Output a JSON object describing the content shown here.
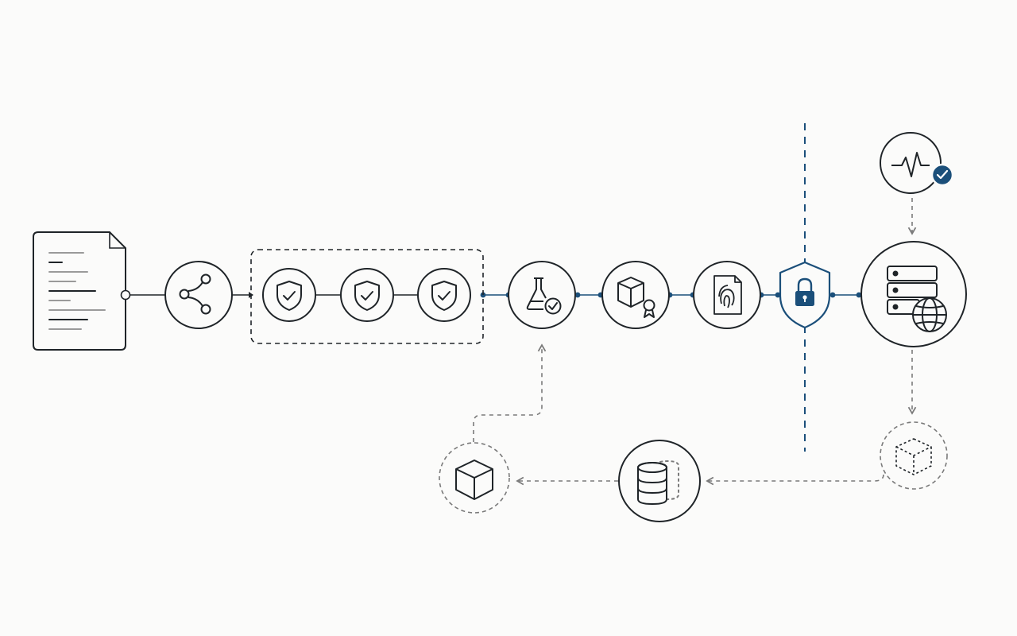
{
  "colors": {
    "background": "#fbfbfa",
    "ink": "#1f2428",
    "accent": "#1b4f7a",
    "dashed_gray": "#7a7a7a",
    "doc_line_gray": "#9a9a9a"
  },
  "diagram": {
    "main_flow": [
      {
        "id": "source-document",
        "icon": "document-icon"
      },
      {
        "id": "branch-node",
        "icon": "share-branch-icon"
      },
      {
        "id": "check-group",
        "icon": "dashed-group",
        "children": [
          {
            "id": "shield-check-1",
            "icon": "shield-check-icon"
          },
          {
            "id": "shield-check-2",
            "icon": "shield-check-icon"
          },
          {
            "id": "shield-check-3",
            "icon": "shield-check-icon"
          }
        ]
      },
      {
        "id": "lab-test-node",
        "icon": "flask-check-icon"
      },
      {
        "id": "package-certified-node",
        "icon": "package-badge-icon"
      },
      {
        "id": "fingerprint-doc-node",
        "icon": "fingerprint-document-icon"
      },
      {
        "id": "security-lock-node",
        "icon": "shield-lock-icon"
      },
      {
        "id": "server-globe-node",
        "icon": "server-globe-icon"
      }
    ],
    "monitor_node": {
      "id": "health-monitor-node",
      "icon": "pulse-check-icon"
    },
    "return_flow": [
      {
        "id": "virtual-cube-node",
        "icon": "dashed-cube-icon"
      },
      {
        "id": "database-node",
        "icon": "database-stack-icon"
      },
      {
        "id": "artifact-cube-node",
        "icon": "cube-icon"
      }
    ],
    "boundary": {
      "style": "dashed-vertical",
      "icon": "trust-boundary"
    }
  }
}
